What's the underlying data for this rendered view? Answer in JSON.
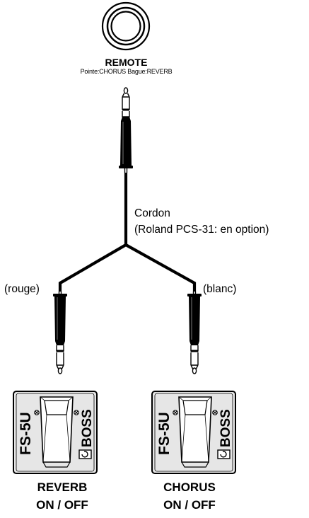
{
  "remote": {
    "title": "REMOTE",
    "subtitle": "Pointe:CHORUS Bague:REVERB"
  },
  "cable": {
    "label_line1": "Cordon",
    "label_line2": "(Roland PCS-31: en option)",
    "left_branch_label": "(rouge)",
    "right_branch_label": "(blanc)"
  },
  "pedals": [
    {
      "model": "FS-5U",
      "brand": "BOSS",
      "function": "REVERB",
      "state": "ON / OFF"
    },
    {
      "model": "FS-5U",
      "brand": "BOSS",
      "function": "CHORUS",
      "state": "ON / OFF"
    }
  ],
  "colors": {
    "line": "#000000",
    "pedal_body": "#e6e6e6",
    "pedal_face": "#ffffff"
  }
}
